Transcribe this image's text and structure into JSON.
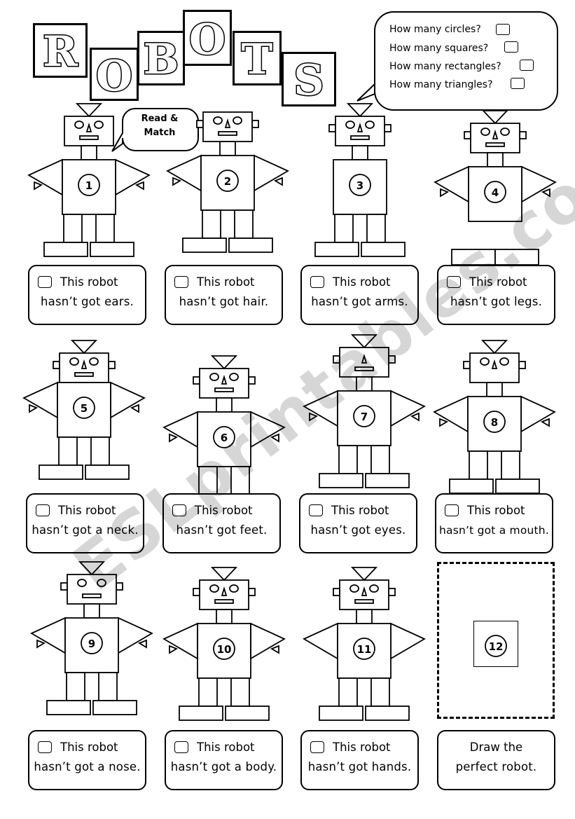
{
  "title": {
    "letters": [
      "R",
      "O",
      "B",
      "O",
      "T",
      "S"
    ]
  },
  "questions": [
    "How many circles?",
    "How many squares?",
    "How many rectangles?",
    "How many triangles?"
  ],
  "read_match": {
    "line1": "Read &",
    "line2": "Match"
  },
  "robots": [
    {
      "num": "1"
    },
    {
      "num": "2"
    },
    {
      "num": "3"
    },
    {
      "num": "4"
    },
    {
      "num": "5"
    },
    {
      "num": "6"
    },
    {
      "num": "7"
    },
    {
      "num": "8"
    },
    {
      "num": "9"
    },
    {
      "num": "10"
    },
    {
      "num": "11"
    }
  ],
  "cards": [
    {
      "line1": "This robot",
      "line2": "hasn’t got ears."
    },
    {
      "line1": "This robot",
      "line2": "hasn’t got hair."
    },
    {
      "line1": "This robot",
      "line2": "hasn’t got arms."
    },
    {
      "line1": "This robot",
      "line2": "hasn’t got legs."
    },
    {
      "line1": "This robot",
      "line2": "hasn’t got a neck."
    },
    {
      "line1": "This robot",
      "line2": "hasn’t got feet."
    },
    {
      "line1": "This robot",
      "line2": "hasn’t got eyes."
    },
    {
      "line1": "This robot",
      "line2": "hasn’t got a mouth."
    },
    {
      "line1": "This robot",
      "line2": "hasn’t got a nose."
    },
    {
      "line1": "This robot",
      "line2": "hasn’t got a body."
    },
    {
      "line1": "This robot",
      "line2": "hasn’t got hands."
    },
    {
      "line1": "Draw the",
      "line2": "perfect robot."
    }
  ],
  "draw_box_number": "12",
  "watermark": "ESLprintables.com"
}
